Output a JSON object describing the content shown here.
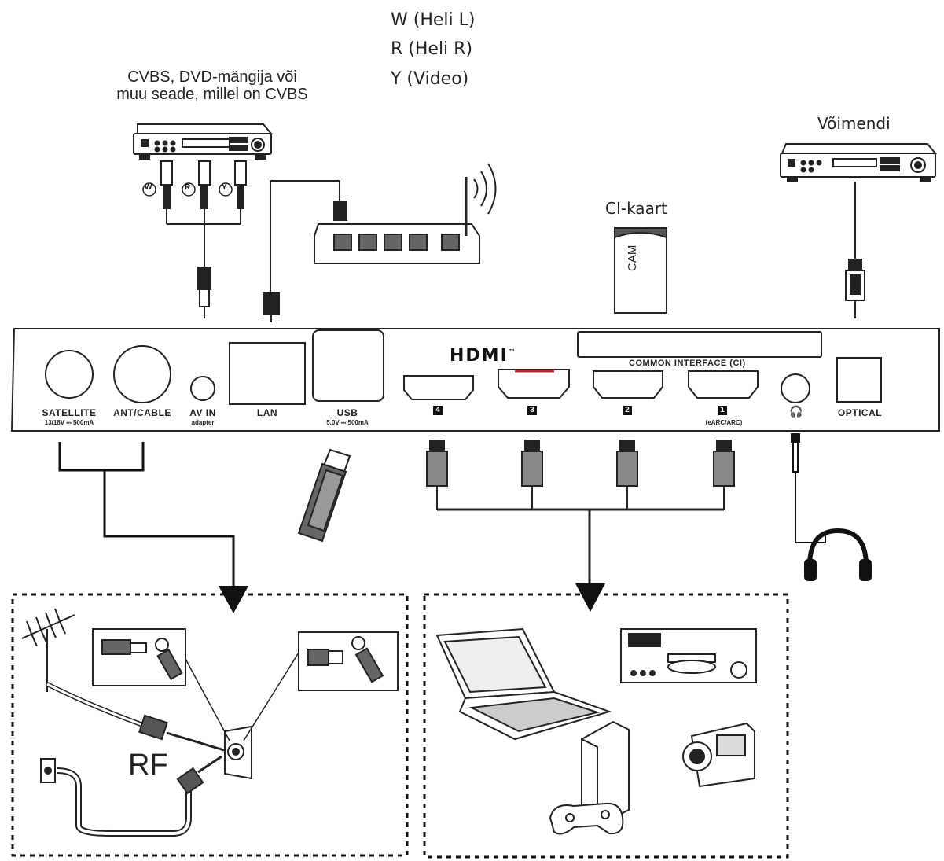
{
  "top_labels": {
    "cvbs_line1": "CVBS, DVD-mängija või",
    "cvbs_line2": "muu seade, millel on CVBS",
    "audio_l": "W (Heli L)",
    "audio_r": "R (Heli R)",
    "video": "Y (Video)",
    "amplifier": "Võimendi",
    "ci_card": "CI-kaart",
    "cam": "CAM"
  },
  "rca_markers": [
    "W",
    "R",
    "Y"
  ],
  "panel": {
    "hdmi_logo": "HDMI",
    "hdmi_tm": "™",
    "common_interface": "COMMON INTERFACE (CI)",
    "ports": {
      "satellite": "SATELLITE",
      "satellite_sub": "13/18V ⎓ 500mA",
      "ant_cable": "ANT/CABLE",
      "av_in": "AV IN",
      "av_in_sub": "adapter",
      "lan": "LAN",
      "usb": "USB",
      "usb_sub": "5.0V ⎓ 500mA",
      "hdmi4": "4",
      "hdmi3": "3",
      "hdmi2": "2",
      "hdmi1": "1",
      "hdmi1_sub": "(eARC/ARC)",
      "optical": "OPTICAL"
    }
  },
  "rf_label": "RF"
}
